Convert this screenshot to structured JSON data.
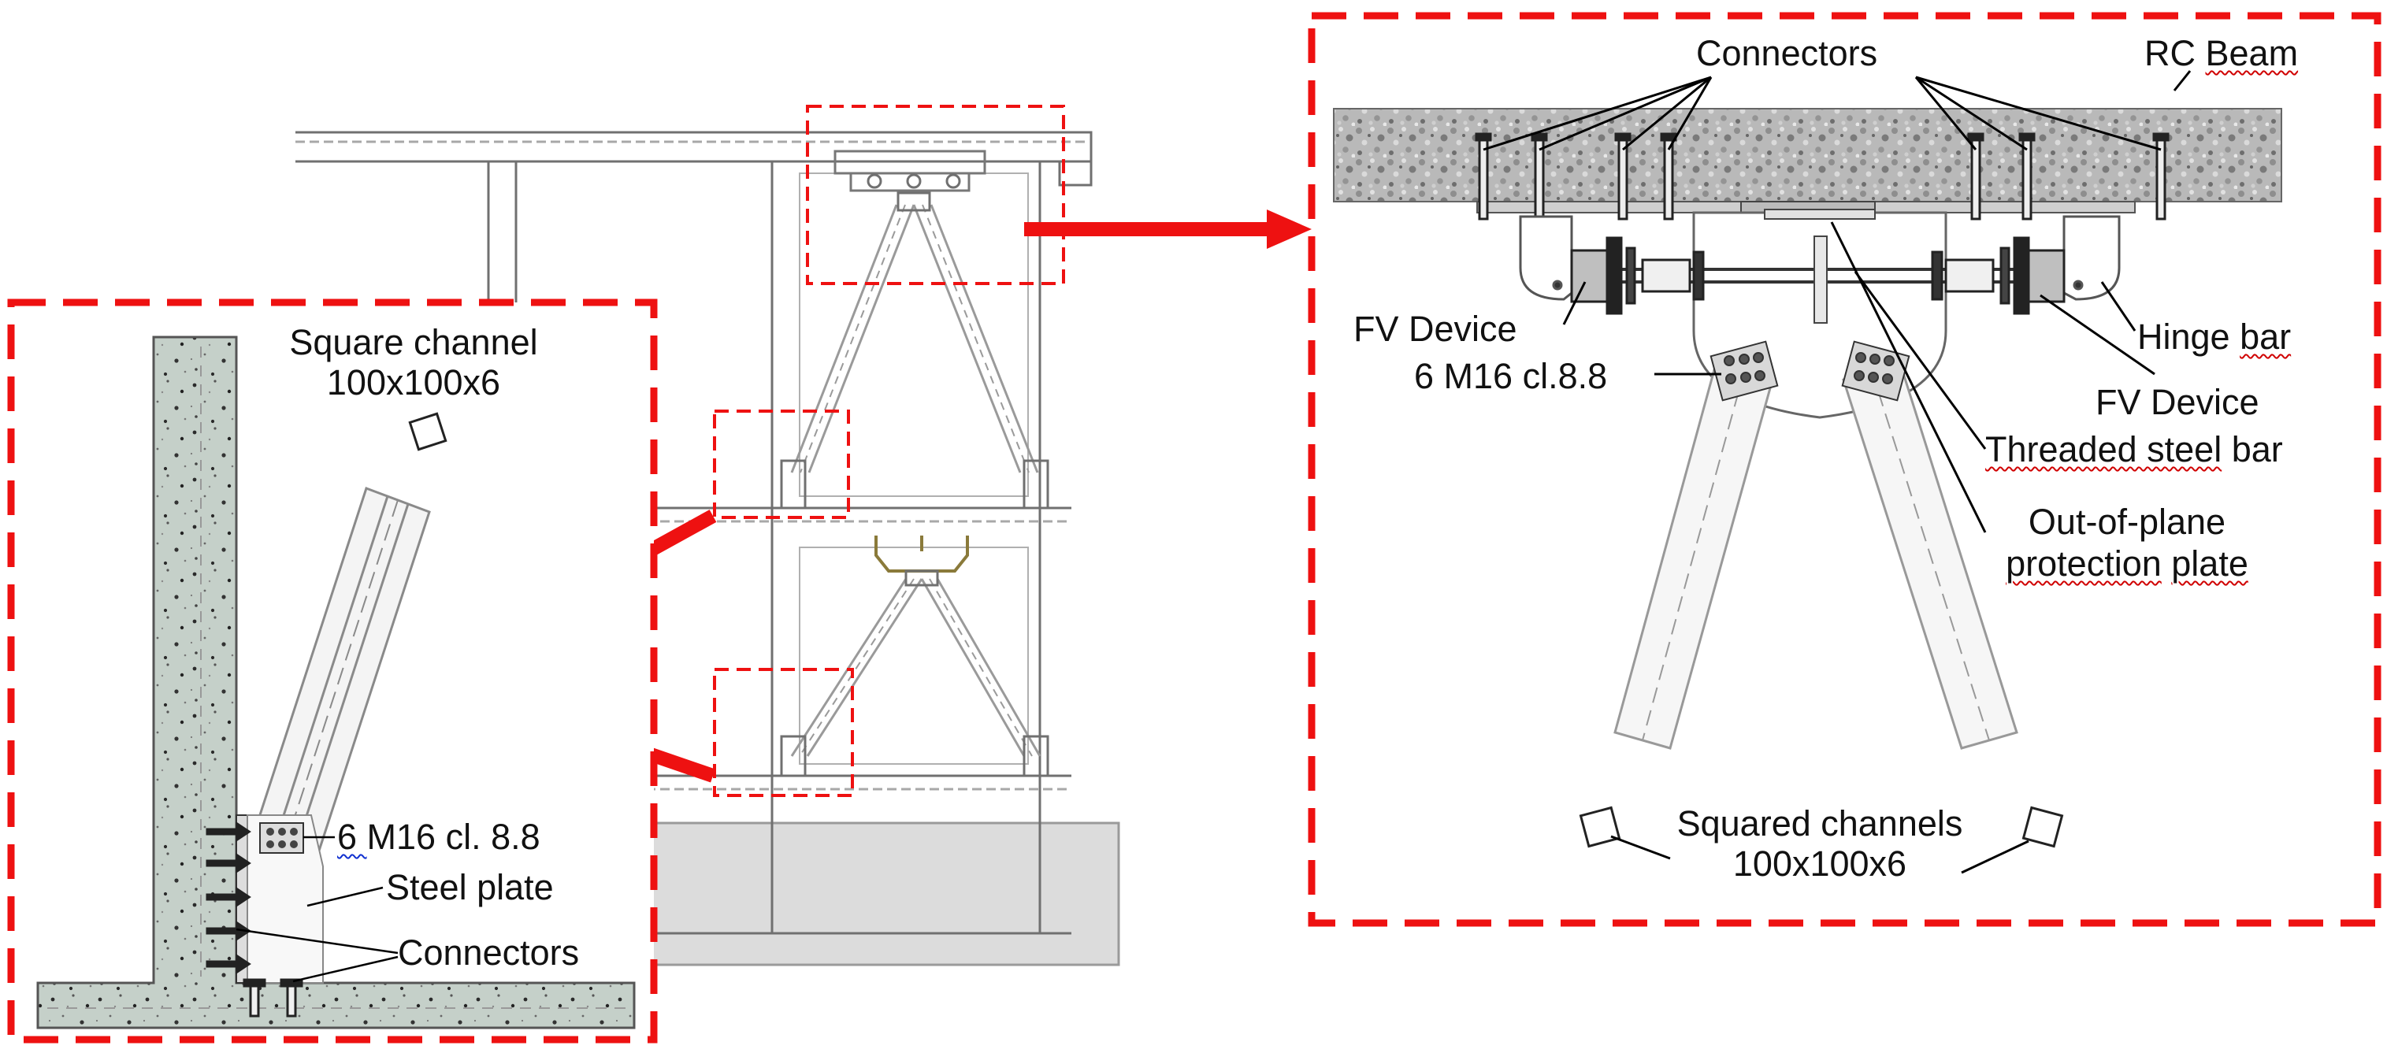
{
  "colors": {
    "callout_red": "#ee1111",
    "concrete": "#c9d3cd",
    "steel_line": "#888888",
    "text": "#111111"
  },
  "left_detail": {
    "square_channel_l1": "Square channel",
    "square_channel_l2": "100x100x6",
    "bolts": "6 M16 cl. 8.8",
    "bolts_num": "6 ",
    "bolts_rest": "M16 cl. 8.8",
    "steel_plate": "Steel plate",
    "connectors": "Connectors"
  },
  "right_detail": {
    "connectors": "Connectors",
    "rc_beam_l1": "RC",
    "rc_beam_l2": "Beam",
    "fv_device_left": "FV Device",
    "bolts": "6 M16 cl.8.8",
    "hinge_bar_l1": "Hinge",
    "hinge_bar_l2": "bar",
    "fv_device_right": "FV Device",
    "threaded_l1": "Threaded steel",
    "threaded_l2": "bar",
    "out_of_plane_l1": "Out-of-plane",
    "protection_w1": "protection",
    "protection_w2": "plate",
    "squared_channels_l1": "Squared channels",
    "squared_channels_l2": "100x100x6"
  }
}
